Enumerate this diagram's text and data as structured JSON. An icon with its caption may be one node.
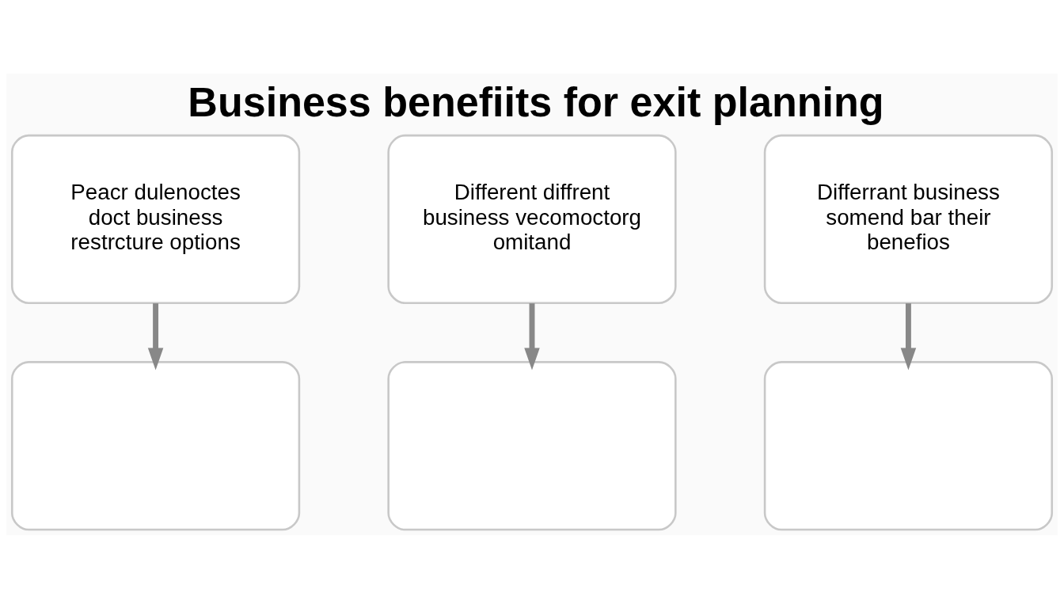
{
  "diagram": {
    "title": "Business benefiits for exit planning",
    "nodes": [
      {
        "text": [
          "Peacr dulenoctes doct business restrcture options"
        ]
      },
      {
        "text": [
          "Different diffrent business vecomoctorg omitand"
        ]
      },
      {
        "text": [
          "Differrant business somend bar their benefios"
        ]
      },
      {
        "text": [],
        "shape": "box"
      },
      {
        "text": [],
        "shape": "box"
      },
      {
        "text": [],
        "shape": "box"
      }
    ],
    "edges": [
      {
        "from": 0,
        "to": 3,
        "arrow": "to"
      },
      {
        "from": 1,
        "to": 4,
        "arrow": "to"
      },
      {
        "from": 2,
        "to": 5,
        "arrow": "to"
      }
    ]
  }
}
